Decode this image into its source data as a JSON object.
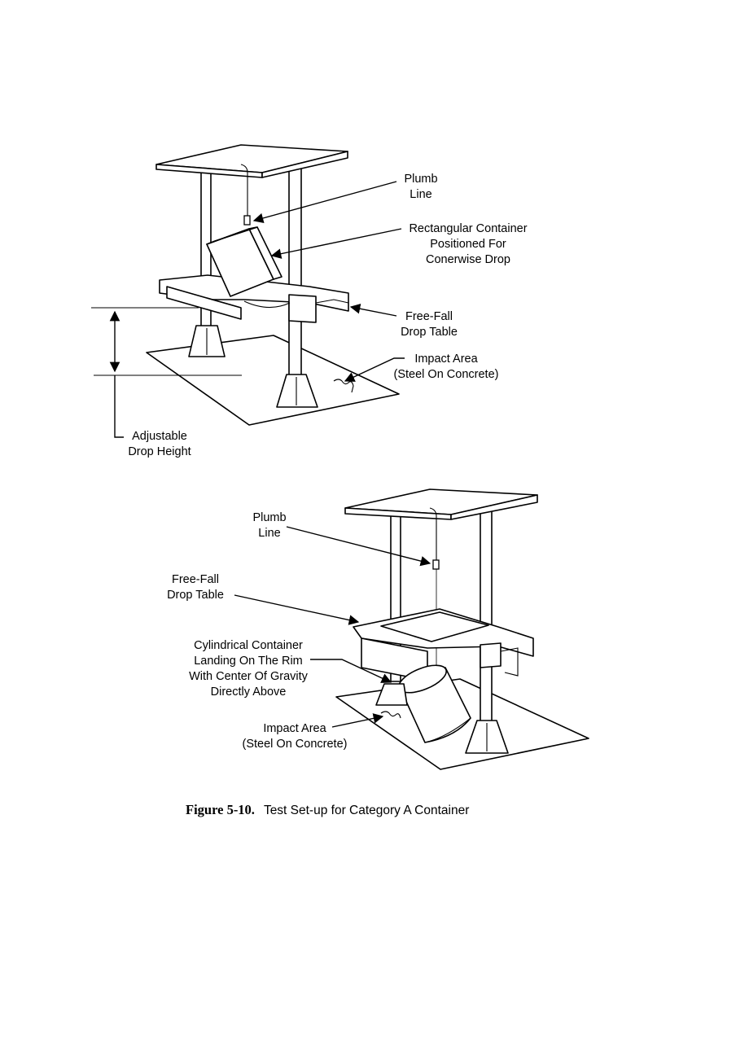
{
  "top": {
    "plumb": [
      "Plumb",
      "Line"
    ],
    "container": [
      "Rectangular Container",
      "Positioned For",
      "Conerwise Drop"
    ],
    "table": [
      "Free-Fall",
      "Drop Table"
    ],
    "impact": [
      "Impact Area",
      "(Steel On Concrete)"
    ],
    "height": [
      "Adjustable",
      "Drop Height"
    ]
  },
  "bottom": {
    "plumb": [
      "Plumb",
      "Line"
    ],
    "table": [
      "Free-Fall",
      "Drop Table"
    ],
    "container": [
      "Cylindrical Container",
      "Landing On The Rim",
      "With Center Of Gravity",
      "Directly Above"
    ],
    "impact": [
      "Impact Area",
      "(Steel On Concrete)"
    ]
  },
  "caption": {
    "label": "Figure 5-10.",
    "text": "Test Set-up for Category A Container"
  }
}
